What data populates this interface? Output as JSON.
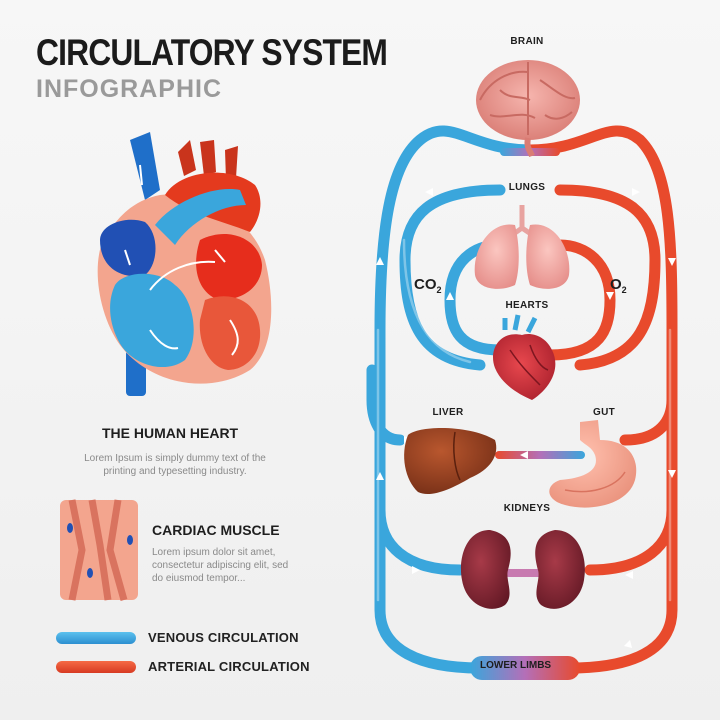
{
  "header": {
    "title": "CIRCULATORY SYSTEM",
    "subtitle": "INFOGRAPHIC"
  },
  "heart_section": {
    "heading": "THE HUMAN HEART",
    "text_line_1": "Lorem Ipsum is simply dummy text of the",
    "text_line_2": "printing and typesetting industry."
  },
  "muscle_section": {
    "heading": "CARDIAC MUSCLE",
    "text_line_1": "Lorem ipsum dolor sit amet,",
    "text_line_2": "consectetur adipiscing elit, sed",
    "text_line_3": "do eiusmod tempor..."
  },
  "legend": {
    "venous_label": "VENOUS CIRCULATION",
    "arterial_label": "ARTERIAL CIRCULATION",
    "venous_color": "#3aa6dc",
    "arterial_color": "#e84a2c"
  },
  "organs": {
    "brain": "BRAIN",
    "lungs": "LUNGS",
    "hearts": "HEARTS",
    "liver": "LIVER",
    "gut": "GUT",
    "kidneys": "KIDNEYS",
    "lower_limbs": "LOWER LIMBS"
  },
  "gases": {
    "co2_main": "CO",
    "co2_sub": "2",
    "o2_main": "O",
    "o2_sub": "2"
  },
  "colors": {
    "venous": "#3aa6dc",
    "venous_dark": "#1f7fc4",
    "arterial": "#e84a2c",
    "arterial_dark": "#c9341c",
    "organ_pink": "#e98f8a",
    "organ_red": "#c8303a",
    "liver": "#8e3a1e",
    "gut": "#f0a08e",
    "kidney": "#7a2430"
  }
}
